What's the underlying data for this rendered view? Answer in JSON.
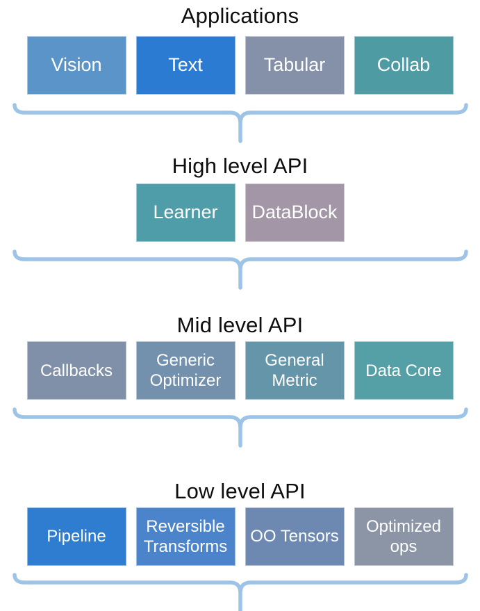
{
  "colors": {
    "background": "#ffffff",
    "title_text": "#0d0d0d",
    "box_text": "#ffffff",
    "brace": "#9dc3e6"
  },
  "sections": [
    {
      "title": "Applications",
      "boxes": [
        {
          "label": "Vision",
          "color": "#5b94c9"
        },
        {
          "label": "Text",
          "color": "#2b7bd3"
        },
        {
          "label": "Tabular",
          "color": "#8591a9"
        },
        {
          "label": "Collab",
          "color": "#4f9ba4"
        }
      ]
    },
    {
      "title": "High level API",
      "boxes": [
        {
          "label": "Learner",
          "color": "#4f9da8"
        },
        {
          "label": "DataBlock",
          "color": "#a396a6"
        }
      ]
    },
    {
      "title": "Mid level API",
      "boxes": [
        {
          "label": "Callbacks",
          "color": "#8090a8"
        },
        {
          "label": "Generic Optimizer",
          "color": "#7390ac"
        },
        {
          "label": "General Metric",
          "color": "#6595a9"
        },
        {
          "label": "Data Core",
          "color": "#54a0a6"
        }
      ]
    },
    {
      "title": "Low level API",
      "boxes": [
        {
          "label": "Pipeline",
          "color": "#2e7dd1"
        },
        {
          "label": "Reversible Transforms",
          "color": "#4c84cb"
        },
        {
          "label": "OO Tensors",
          "color": "#6d89b2"
        },
        {
          "label": "Optimized ops",
          "color": "#8b95a6"
        }
      ]
    }
  ]
}
